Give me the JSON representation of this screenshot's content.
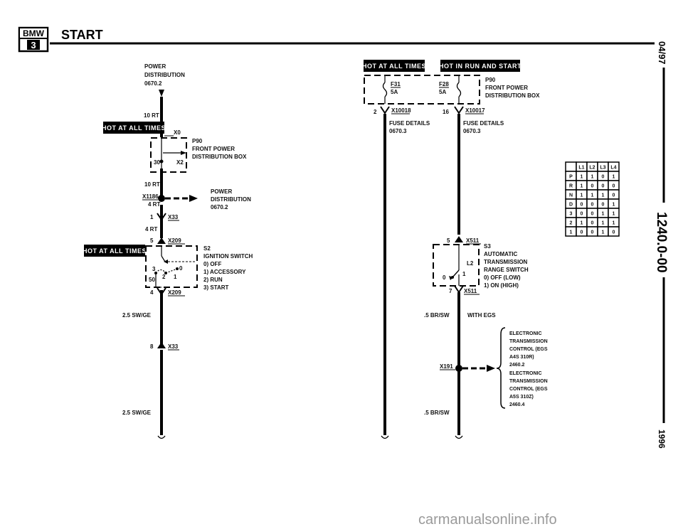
{
  "header": {
    "logo_text": "BMW",
    "logo_sub": "3",
    "title": "START"
  },
  "side_text": {
    "date": "04/97",
    "code": "1240.0-00",
    "year": "1996"
  },
  "watermark": "carmanualsonline.info",
  "badges": {
    "hot_all_1": "HOT AT ALL TIMES",
    "hot_all_2": "HOT AT ALL TIMES",
    "hot_all_3": "HOT AT ALL TIMES",
    "hot_run": "HOT IN RUN AND START"
  },
  "left": {
    "power_dist": [
      "POWER",
      "DISTRIBUTION",
      "0670.2"
    ],
    "w10rt_a": "10 RT",
    "x0": "X0",
    "p90": [
      "P90",
      "FRONT POWER",
      "DISTRIBUTION BOX"
    ],
    "pin30": "30",
    "x2": "X2",
    "w10rt_b": "10 RT",
    "x1186": "X1186",
    "w4rt_a": "4 RT",
    "power_dist2": [
      "POWER",
      "DISTRIBUTION",
      "0670.2"
    ],
    "pin1": "1",
    "x33_a": "X33",
    "w4rt_b": "4 RT",
    "pin5": "5",
    "x209_a": "X209",
    "s2": [
      "S2",
      "IGNITION SWITCH",
      "0)  OFF",
      "1)  ACCESSORY",
      "2)  RUN",
      "3)  START"
    ],
    "sw_pins": [
      "3",
      "50",
      "2",
      "1",
      "0"
    ],
    "pin4": "4",
    "x209_b": "X209",
    "w25_a": "2.5 SW/GE",
    "pin8": "8",
    "x33_b": "X33",
    "w25_b": "2.5 SW/GE"
  },
  "right": {
    "f31": "F31",
    "f31_amp": "5A",
    "f28": "F28",
    "f28_amp": "5A",
    "p90": [
      "P90",
      "FRONT POWER",
      "DISTRIBUTION BOX"
    ],
    "pin2": "2",
    "x10018": "X10018",
    "pin16": "16",
    "x10017": "X10017",
    "fuse_a": [
      "FUSE DETAILS",
      "0670.3"
    ],
    "fuse_b": [
      "FUSE DETAILS",
      "0670.3"
    ],
    "pin5": "5",
    "x511_a": "X511",
    "s3": [
      "S3",
      "AUTOMATIC",
      "TRANSMISSION",
      "RANGE SWITCH",
      "0)  OFF (LOW)",
      "1)  ON (HIGH)"
    ],
    "l2": "L2",
    "sw_pins": [
      "0",
      "1"
    ],
    "pin7": "7",
    "x511_b": "X511",
    "w5br_a": ".5 BR/SW",
    "with_egs": "WITH EGS",
    "x191": "X191",
    "w5br_b": ".5 BR/SW",
    "egs": [
      "ELECTRONIC",
      "TRANSMISSION",
      "CONTROL (EGS",
      "A4S 310R)",
      "2460.2",
      "ELECTRONIC",
      "TRANSMISSION",
      "CONTROL (EGS",
      "A5S 310Z)",
      "2460.4"
    ]
  },
  "truth_table": {
    "columns": [
      "",
      "L1",
      "L2",
      "L3",
      "L4"
    ],
    "rows": [
      [
        "P",
        "1",
        "1",
        "0",
        "1"
      ],
      [
        "R",
        "1",
        "0",
        "0",
        "0"
      ],
      [
        "N",
        "1",
        "1",
        "1",
        "0"
      ],
      [
        "D",
        "0",
        "0",
        "0",
        "1"
      ],
      [
        "3",
        "0",
        "0",
        "1",
        "1"
      ],
      [
        "2",
        "1",
        "0",
        "1",
        "1"
      ],
      [
        "1",
        "0",
        "0",
        "1",
        "0"
      ]
    ]
  }
}
